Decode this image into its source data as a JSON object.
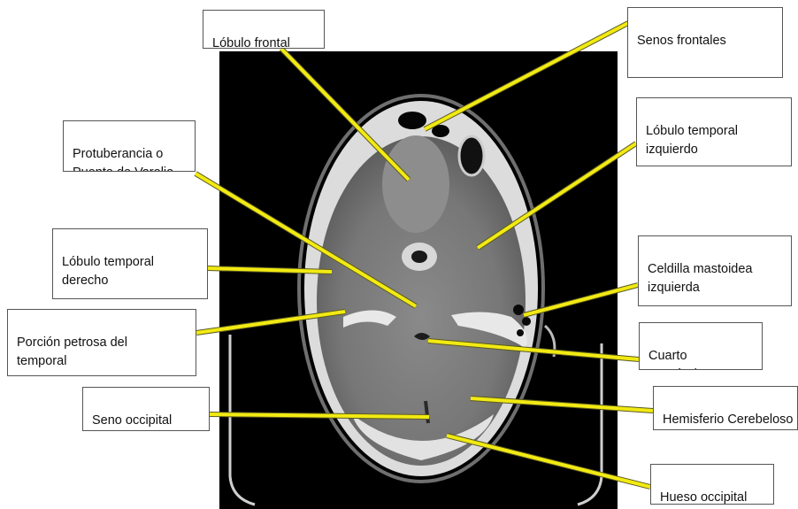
{
  "figure": {
    "labels": {
      "lobulo_frontal": "Lóbulo frontal",
      "senos_frontales": "Senos frontales",
      "protuberancia": "Protuberancia o\nPuente de Varolio",
      "lobulo_temporal_izq": "Lóbulo temporal\nizquierdo",
      "lobulo_temporal_der": "Lóbulo temporal\nderecho",
      "celdilla_mastoidea": "Celdilla mastoidea\nizquierda",
      "porcion_petrosa": "Porción petrosa del\ntemporal",
      "cuarto_ventriculo": "Cuarto\nventrículo",
      "seno_occipital": "Seno occipital",
      "hemisferio_cerebeloso": "Hemisferio Cerebeloso",
      "hueso_occipital": "Hueso occipital"
    },
    "colors": {
      "pointer": "#f2ea12",
      "pointer_outline": "#5a5a20",
      "scan_background": "#000000",
      "bone": "#e6e6e6",
      "tissue": "#7b7b7b"
    }
  }
}
